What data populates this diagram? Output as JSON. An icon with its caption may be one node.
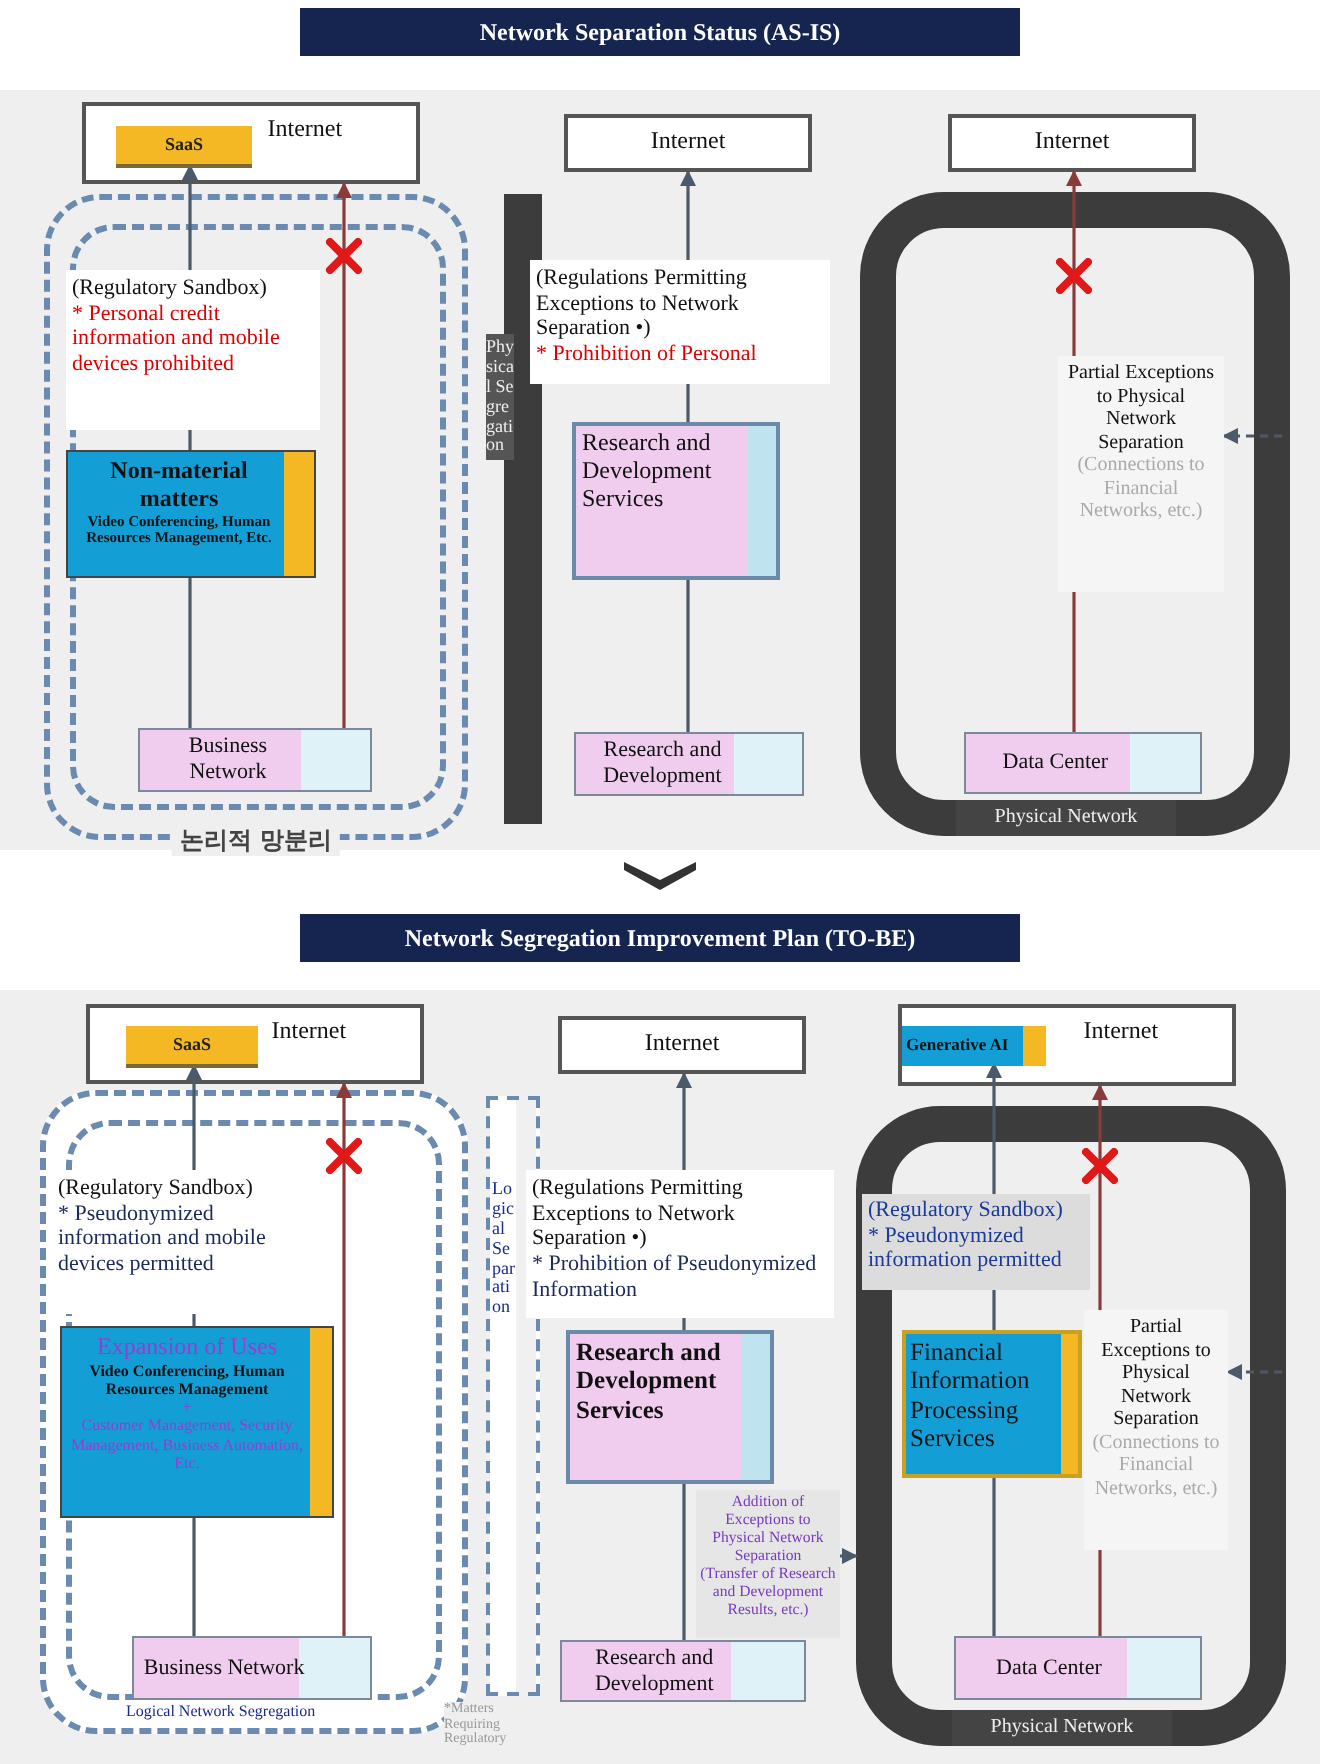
{
  "diagram": {
    "nodes": [
      {
        "text": [
          "Network Separation Status (AS-IS)"
        ]
      },
      {
        "text": [
          "Internet"
        ],
        "in": 0
      },
      {
        "text": [
          "SaaS"
        ],
        "in": 1
      },
      {
        "text": [
          "논리적 망분리"
        ],
        "in": 0
      },
      {
        "text": [
          "(Regulatory Sandbox)",
          "* Personal credit information and mobile devices prohibited"
        ],
        "in": 3
      },
      {
        "text": [
          "Non-material matters",
          "Video Conferencing, Human Resources Management, Etc."
        ],
        "in": 3
      },
      {
        "text": [
          "Business Network"
        ],
        "in": 3
      },
      {
        "text": [
          "Physical Segregation"
        ],
        "in": 0
      },
      {
        "text": [
          "Internet"
        ],
        "in": 0
      },
      {
        "text": [
          "(Regulations Permitting Exceptions to Network Separation •)",
          "* Prohibition of Personal"
        ],
        "in": 0
      },
      {
        "text": [
          "Research and Development Services"
        ],
        "in": 0
      },
      {
        "text": [
          "Research and Development"
        ],
        "in": 0
      },
      {
        "text": [
          "Physical Network"
        ],
        "in": 0
      },
      {
        "text": [
          "Internet"
        ],
        "in": 0
      },
      {
        "text": [
          "Partial Exceptions to Physical Network Separation",
          "(Connections to Financial Networks, etc.)"
        ],
        "in": 12
      },
      {
        "text": [
          "Data Center"
        ],
        "in": 12
      },
      {
        "text": [
          "Network Segregation Improvement Plan (TO-BE)"
        ]
      },
      {
        "text": [
          "Internet"
        ],
        "in": 16
      },
      {
        "text": [
          "SaaS"
        ],
        "in": 17
      },
      {
        "text": [
          "Logical Network Segregation"
        ],
        "in": 16
      },
      {
        "text": [
          "(Regulatory Sandbox)",
          "* Pseudonymized information and mobile devices permitted"
        ],
        "in": 19
      },
      {
        "text": [
          "Expansion of Uses",
          "Video Conferencing, Human Resources Management",
          "+",
          "Customer Management, Security Management, Business Automation, Etc."
        ],
        "in": 19
      },
      {
        "text": [
          "Business Network"
        ],
        "in": 19
      },
      {
        "text": [
          "Logical Separation"
        ],
        "in": 16
      },
      {
        "text": [
          "Internet"
        ],
        "in": 16
      },
      {
        "text": [
          "(Regulations Permitting Exceptions to Network Separation •)",
          "* Prohibition of Pseudonymized Information"
        ],
        "in": 16
      },
      {
        "text": [
          "Research and Development Services"
        ],
        "in": 16
      },
      {
        "text": [
          "Research and Development"
        ],
        "in": 16
      },
      {
        "text": [
          "Addition of Exceptions to Physical Network Separation",
          "(Transfer of Research and Development Results, etc.)"
        ],
        "in": 16
      },
      {
        "text": [
          "Physical Network"
        ],
        "in": 16
      },
      {
        "text": [
          "Internet"
        ],
        "in": 16
      },
      {
        "text": [
          "Generative AI"
        ],
        "in": 30
      },
      {
        "text": [
          "(Regulatory Sandbox)",
          "* Pseudonymized information permitted"
        ],
        "in": 29
      },
      {
        "text": [
          "Financial Information Processing Services"
        ],
        "in": 29
      },
      {
        "text": [
          "Partial Exceptions to Physical Network Separation",
          "(Connections to Financial Networks, etc.)"
        ],
        "in": 29
      },
      {
        "text": [
          "Data Center"
        ],
        "in": 29
      }
    ],
    "edges": [
      {
        "from": 6,
        "to": 5,
        "arrow": "none"
      },
      {
        "from": 5,
        "to": 4,
        "arrow": "none"
      },
      {
        "from": 4,
        "to": 2,
        "arrow": "to"
      },
      {
        "from": 6,
        "to": 1,
        "arrow": "to",
        "color": "#8b3a3a"
      },
      {
        "from": 11,
        "to": 10,
        "arrow": "none"
      },
      {
        "from": 10,
        "to": 9,
        "arrow": "none"
      },
      {
        "from": 9,
        "to": 8,
        "arrow": "to"
      },
      {
        "from": 15,
        "to": 14,
        "arrow": "none",
        "color": "#8b3a3a"
      },
      {
        "from": 14,
        "to": 13,
        "arrow": "to",
        "color": "#8b3a3a"
      },
      {
        "from": null,
        "to": 14,
        "arrow": "to",
        "style": "dashed"
      },
      {
        "from": 22,
        "to": 21,
        "arrow": "none"
      },
      {
        "from": 21,
        "to": 20,
        "arrow": "none"
      },
      {
        "from": 20,
        "to": 18,
        "arrow": "to"
      },
      {
        "from": 22,
        "to": 17,
        "arrow": "to",
        "color": "#8b3a3a"
      },
      {
        "from": 27,
        "to": 26,
        "arrow": "none"
      },
      {
        "from": 26,
        "to": 25,
        "arrow": "none"
      },
      {
        "from": 25,
        "to": 24,
        "arrow": "to"
      },
      {
        "from": 28,
        "to": 29,
        "arrow": "to",
        "style": "dashed"
      },
      {
        "from": 35,
        "to": 33,
        "arrow": "none"
      },
      {
        "from": 33,
        "to": 32,
        "arrow": "none"
      },
      {
        "from": 32,
        "to": 31,
        "arrow": "to"
      },
      {
        "from": 35,
        "to": 34,
        "arrow": "none",
        "color": "#8b3a3a"
      },
      {
        "from": 34,
        "to": 30,
        "arrow": "to",
        "color": "#8b3a3a"
      },
      {
        "from": null,
        "to": 34,
        "arrow": "to",
        "style": "dashed"
      }
    ],
    "labels": [
      "*Matters Requiring Regulatory"
    ]
  }
}
